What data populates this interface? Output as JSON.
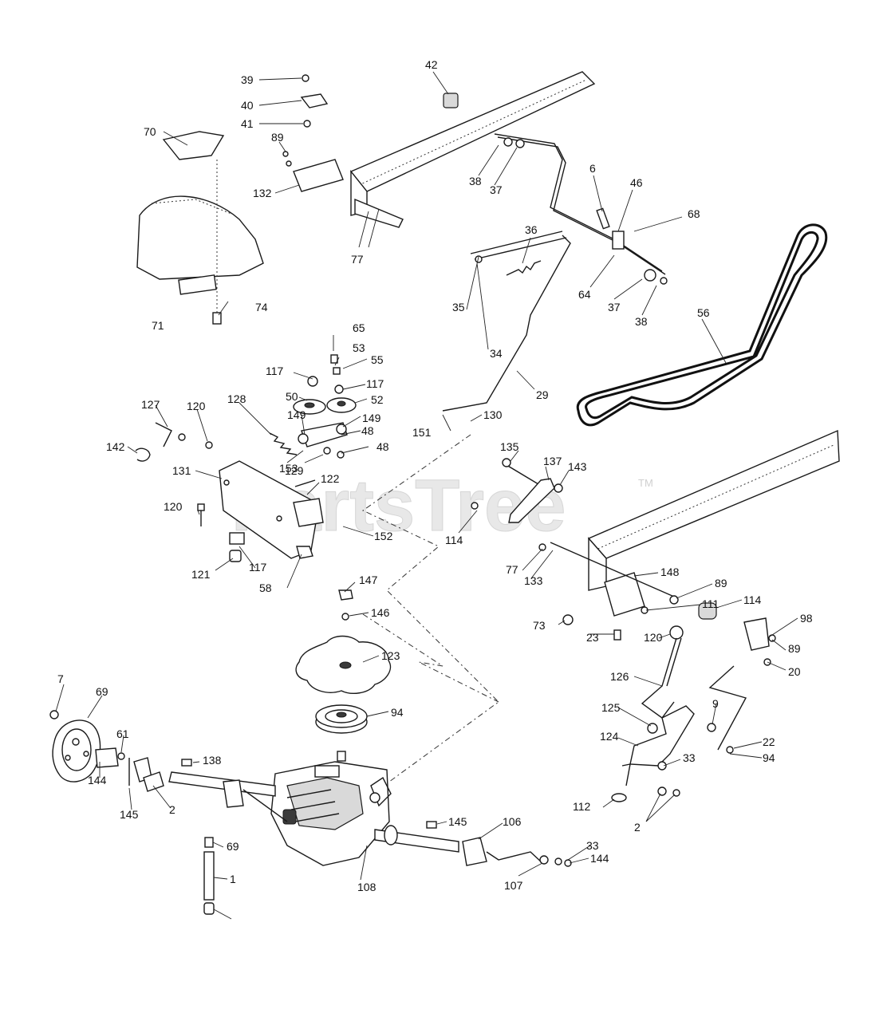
{
  "watermark": {
    "text": "PartsTree",
    "trademark": "TM"
  },
  "colors": {
    "line": "#1a1a1a",
    "watermark": "#e4e4e4",
    "background": "#ffffff"
  },
  "callouts": [
    "39",
    "40",
    "41",
    "70",
    "89",
    "132",
    "42",
    "38",
    "37",
    "6",
    "46",
    "68",
    "77",
    "36",
    "64",
    "37",
    "38",
    "71",
    "74",
    "56",
    "35",
    "34",
    "29",
    "65",
    "53",
    "55",
    "117",
    "117",
    "50",
    "52",
    "127",
    "120",
    "128",
    "149",
    "149",
    "129",
    "48",
    "48",
    "153",
    "142",
    "131",
    "130",
    "151",
    "135",
    "137",
    "143",
    "122",
    "120",
    "152",
    "114",
    "121",
    "117",
    "58",
    "77",
    "133",
    "148",
    "89",
    "111",
    "114",
    "73",
    "23",
    "120",
    "98",
    "89",
    "20",
    "147",
    "146",
    "123",
    "126",
    "9",
    "7",
    "69",
    "61",
    "94",
    "125",
    "22",
    "124",
    "94",
    "33",
    "144",
    "145",
    "2",
    "138",
    "112",
    "2",
    "145",
    "106",
    "69",
    "33",
    "144",
    "107",
    "1",
    "108"
  ]
}
